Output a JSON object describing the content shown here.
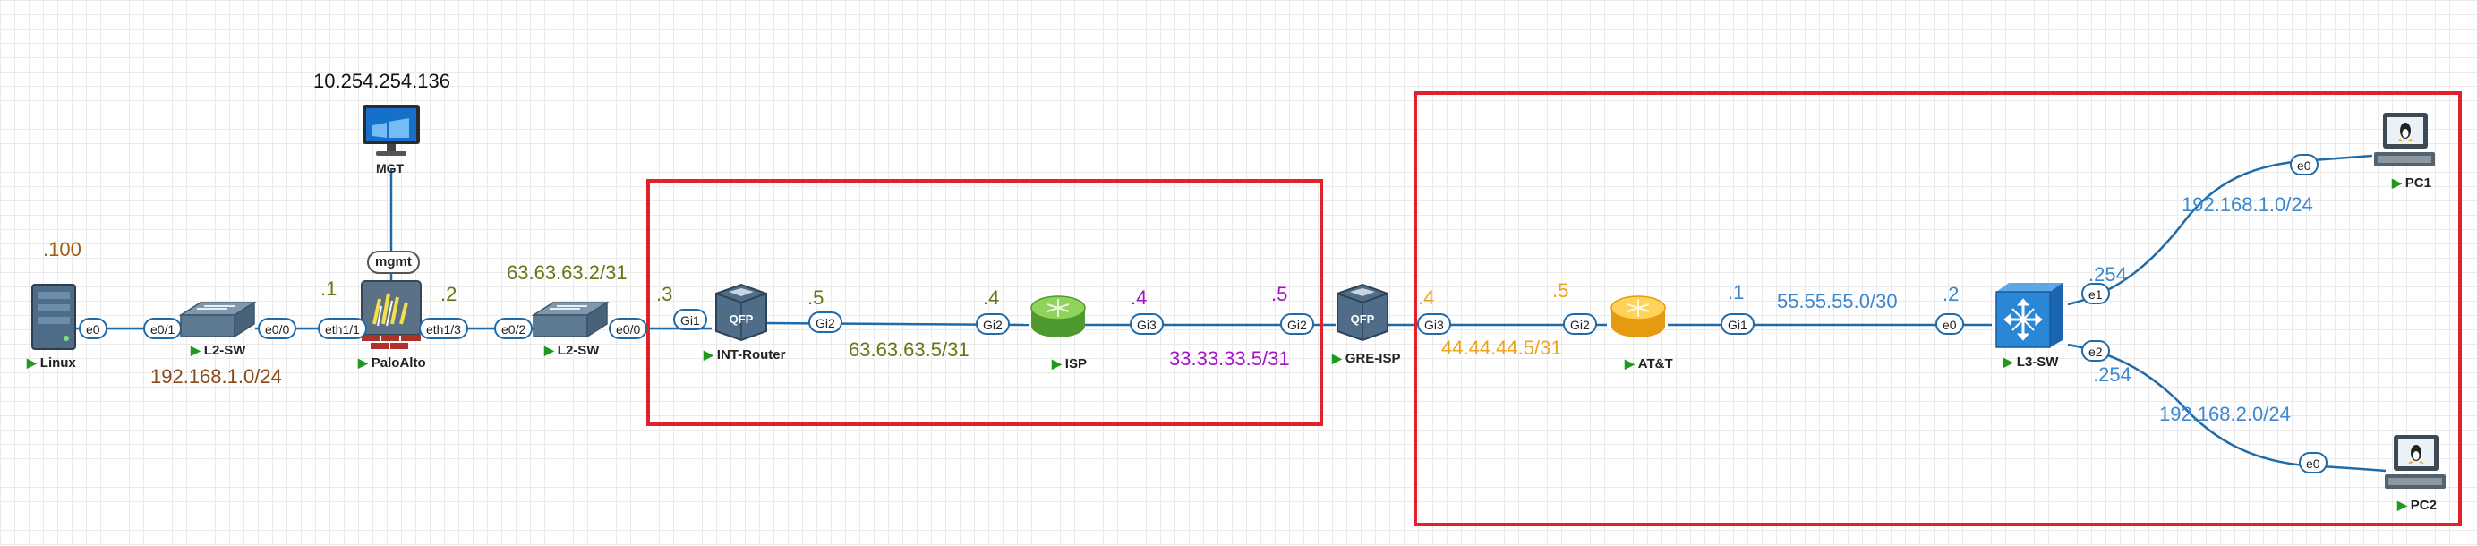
{
  "nodes": {
    "linux": "Linux",
    "l2sw1": "L2-SW",
    "paloalto": "PaloAlto",
    "mgt": "MGT",
    "l2sw2": "L2-SW",
    "int_router": "INT-Router",
    "isp": "ISP",
    "gre_isp": "GRE-ISP",
    "att": "AT&T",
    "l3sw": "L3-SW",
    "pc1": "PC1",
    "pc2": "PC2"
  },
  "ports": {
    "linux_e0": "e0",
    "l2sw1_e01": "e0/1",
    "l2sw1_e00": "e0/0",
    "pa_eth11": "eth1/1",
    "pa_eth13": "eth1/3",
    "pa_mgmt": "mgmt",
    "l2sw2_e02": "e0/2",
    "l2sw2_e00": "e0/0",
    "intr_gi1": "Gi1",
    "intr_gi2": "Gi2",
    "isp_gi2": "Gi2",
    "isp_gi3": "Gi3",
    "gre_gi2": "Gi2",
    "gre_gi3": "Gi3",
    "att_gi2": "Gi2",
    "att_gi1": "Gi1",
    "l3sw_e0": "e0",
    "l3sw_e1": "e1",
    "l3sw_e2": "e2",
    "pc1_e0": "e0",
    "pc2_e0": "e0"
  },
  "labels": {
    "mgt_ip": "10.254.254.136",
    "linux_host": ".100",
    "lan_subnet": "192.168.1.0/24",
    "pa_inside": ".1",
    "pa_outside": ".2",
    "pa_wan_subnet": "63.63.63.2/31",
    "intr_gi1_ip": ".3",
    "intr_gi2_ip": ".5",
    "isp_gi2_ip": ".4",
    "isp_left_subnet": "63.63.63.5/31",
    "isp_gi3_ip": ".4",
    "gre_gi2_ip": ".5",
    "isp_right_subnet": "33.33.33.5/31",
    "gre_gi3_ip": ".4",
    "att_gi2_ip": ".5",
    "att_subnet": "44.44.44.5/31",
    "att_gi1_ip": ".1",
    "core_subnet": "55.55.55.0/30",
    "l3sw_e0_ip": ".2",
    "l3sw_e1_ip": ".254",
    "l3sw_e2_ip": ".254",
    "pc1_subnet": "192.168.1.0/24",
    "pc2_subnet": "192.168.2.0/24"
  },
  "colors": {
    "link": "#1f6aa8",
    "zone": "#e0202a",
    "olive": "#5f7a12",
    "purple": "#a313c9",
    "orange": "#f0a21a",
    "blue": "#3b87d0"
  }
}
